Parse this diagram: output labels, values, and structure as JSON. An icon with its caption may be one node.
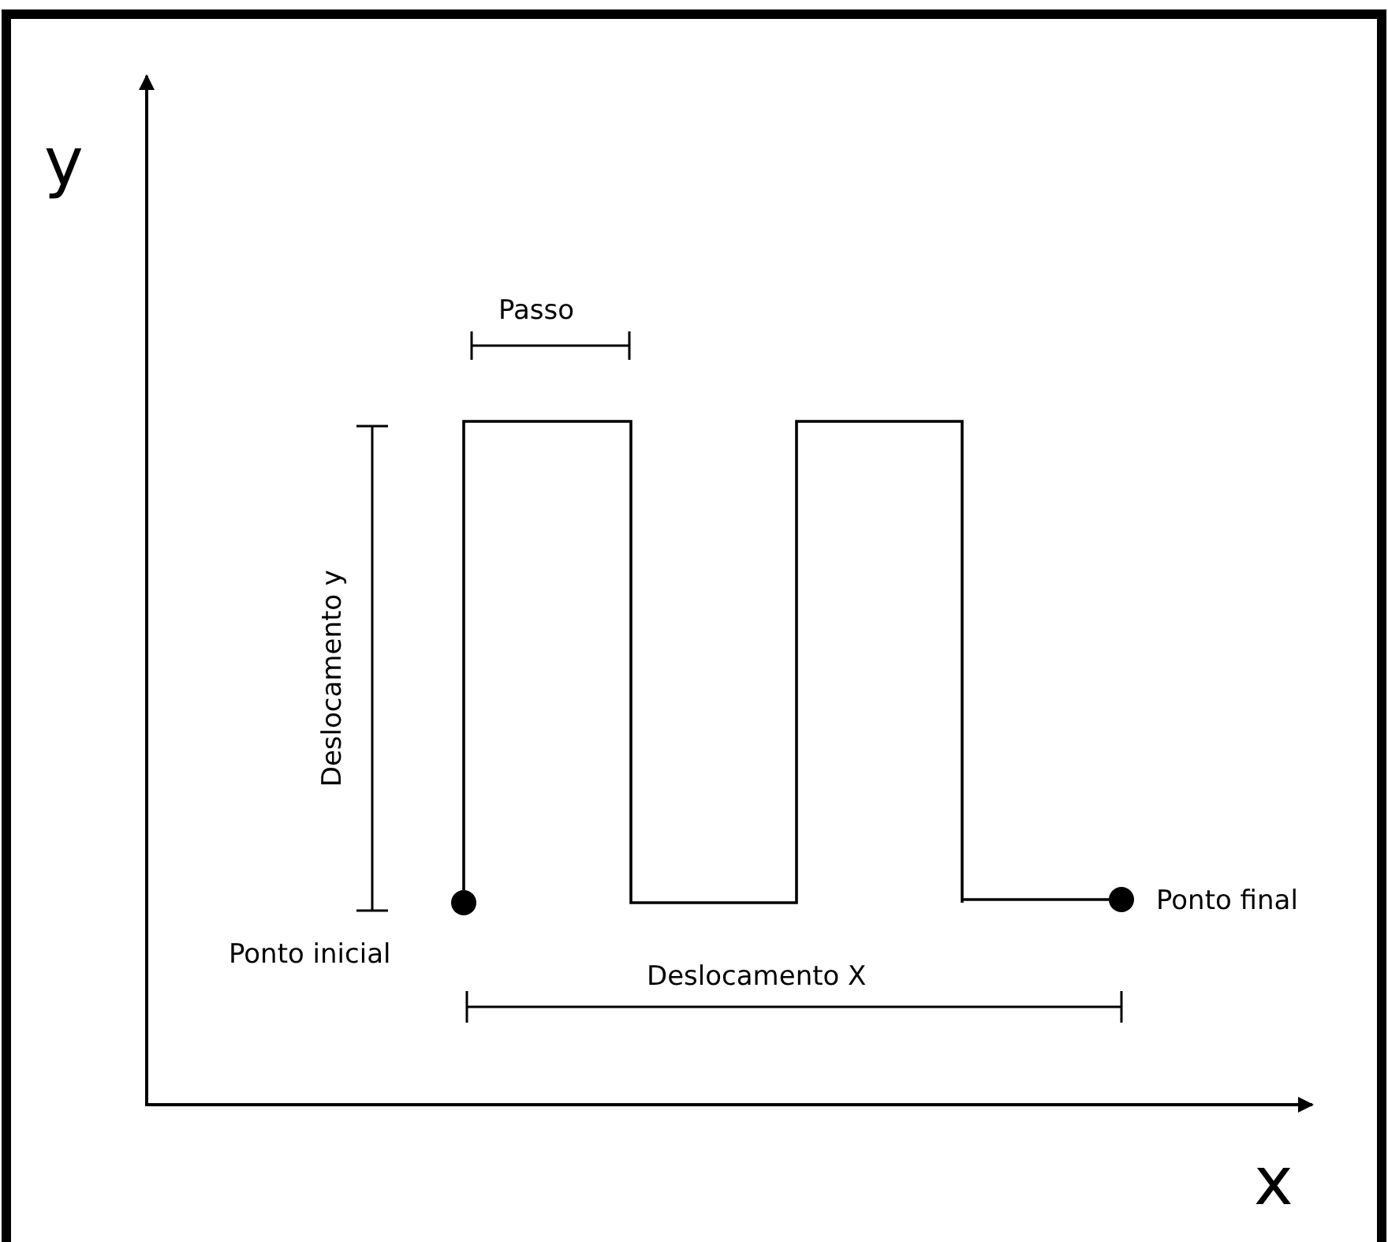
{
  "diagram": {
    "nodes": [
      {
        "text": [],
        "shape": "circle",
        "beside": [
          "Ponto inicial"
        ]
      },
      {
        "text": [],
        "shape": "circle",
        "beside": [
          "Ponto final"
        ]
      }
    ],
    "edges": [
      {
        "from": 0,
        "to": 1,
        "arrow": "none"
      }
    ],
    "labels": [
      "y",
      "Passo",
      "Deslocamento y",
      "Deslocamento X",
      "x"
    ]
  }
}
